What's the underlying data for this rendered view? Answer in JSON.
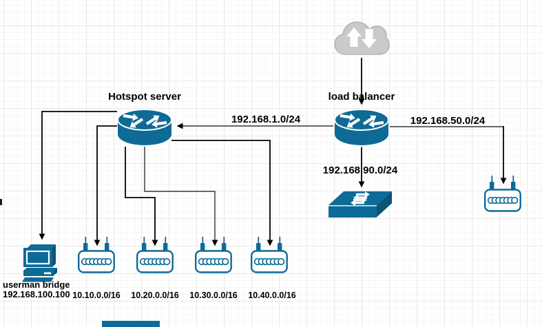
{
  "diagram": {
    "kind": "network topology drawing on grid canvas"
  },
  "colors": {
    "device_teal": "#0e6a96",
    "device_teal_dark": "#0a5478",
    "cloud_gray": "#cacaca",
    "cloud_border": "#b2b2b2",
    "edge_black": "#000000",
    "edge_gray": "#666666",
    "grid_minor": "#f6f6f6",
    "grid_major": "#e8e8e8",
    "background": "#ffffff"
  },
  "icons": {
    "cloud": "cloud-icon",
    "router": "router-icon",
    "switch": "switch-icon",
    "access_point": "access-point-icon",
    "workstation": "workstation-icon"
  },
  "nodes": {
    "hotspot_server": {
      "label": "Hotspot server"
    },
    "load_balancer": {
      "label": "load balancer"
    },
    "userman_bridge": {
      "label": "userman bridge",
      "ip": "192.168.100.100"
    },
    "ap_10_10": {
      "label": "10.10.0.0/16"
    },
    "ap_10_20": {
      "label": "10.20.0.0/16"
    },
    "ap_10_30": {
      "label": "10.30.0.0/16"
    },
    "ap_10_40": {
      "label": "10.40.0.0/16"
    }
  },
  "links": {
    "lb_to_hotspot": {
      "label": "192.168.1.0/24"
    },
    "lb_to_right_ap": {
      "label": "192.168.50.0/24"
    },
    "lb_to_switch": {
      "label": "192.168.90.0/24"
    }
  }
}
